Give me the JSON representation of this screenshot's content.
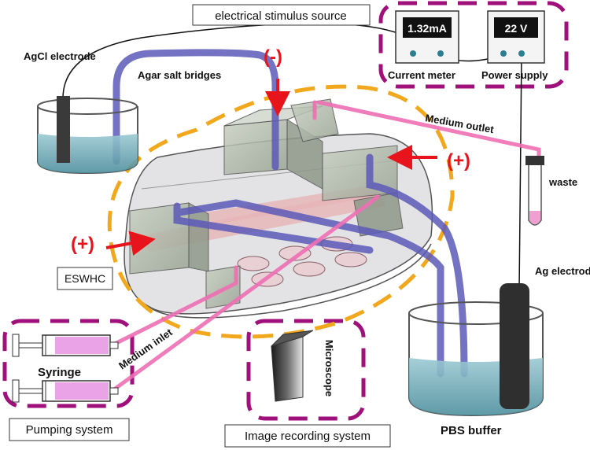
{
  "labels": {
    "stimulus_source": "electrical stimulus source",
    "agcl_electrode": "AgCl electrode",
    "agar_bridges": "Agar salt bridges",
    "current_meter": "Current meter",
    "power_supply": "Power supply",
    "medium_outlet": "Medium outlet",
    "waste": "waste",
    "eswhc": "ESWHC",
    "ag_electrode": "Ag electrode",
    "syringe": "Syringe",
    "medium_inlet": "Medium inlet",
    "microscope": "Microscope",
    "pumping_system": "Pumping system",
    "image_recording": "Image recording system",
    "pbs_buffer": "PBS buffer",
    "minus": "(-)",
    "plus_left": "(+)",
    "plus_right": "(+)"
  },
  "displays": {
    "current": "1.32mA",
    "voltage": "22 V"
  },
  "colors": {
    "magenta": "#a0107a",
    "orange": "#f2a81d",
    "bridge": "#5c5ab8",
    "pink": "#ef6fb4",
    "arrow": "#e8141c",
    "liquid": "#6aa6b3"
  }
}
